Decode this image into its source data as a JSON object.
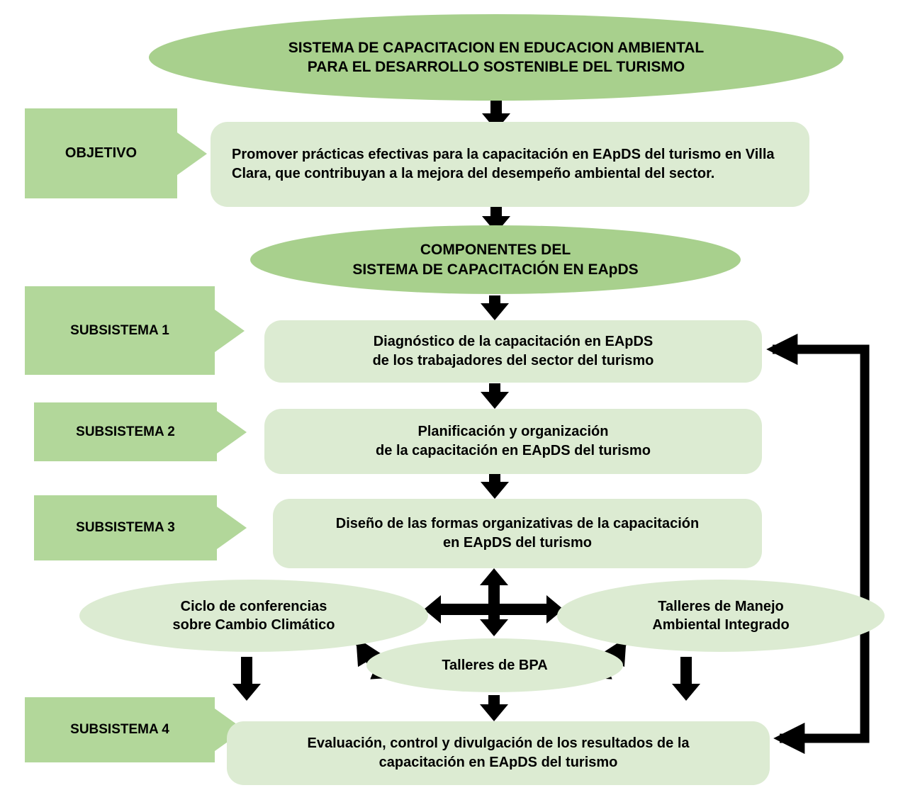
{
  "colors": {
    "dark": "#a8d08d",
    "label": "#b2d79a",
    "light": "#dcebd2",
    "arrow": "#000000"
  },
  "title": {
    "line1": "SISTEMA DE CAPACITACION EN EDUCACION AMBIENTAL",
    "line2": "PARA EL DESARROLLO SOSTENIBLE DEL TURISMO"
  },
  "objetivo": {
    "label": "OBJETIVO",
    "text": "Promover prácticas efectivas para la capacitación en EApDS del turismo en Villa Clara, que contribuyan a la mejora del desempeño ambiental del sector."
  },
  "componentes": {
    "line1": "COMPONENTES DEL",
    "line2": "SISTEMA DE CAPACITACIÓN EN EApDS"
  },
  "subsistemas": [
    {
      "label": "SUBSISTEMA 1",
      "line1": "Diagnóstico de la capacitación en EApDS",
      "line2": "de los trabajadores del sector del turismo"
    },
    {
      "label": "SUBSISTEMA 2",
      "line1": "Planificación y organización",
      "line2": "de la capacitación en EApDS del turismo"
    },
    {
      "label": "SUBSISTEMA 3",
      "line1": "Diseño de las formas organizativas de la capacitación",
      "line2": "en EApDS del turismo"
    },
    {
      "label": "SUBSISTEMA 4",
      "line1": "Evaluación, control y divulgación de los resultados de la",
      "line2": "capacitación en EApDS del turismo"
    }
  ],
  "activities": {
    "conferences": {
      "line1": "Ciclo de conferencias",
      "line2": "sobre Cambio Climático"
    },
    "workshops_mai": {
      "line1": "Talleres de Manejo",
      "line2": "Ambiental Integrado"
    },
    "workshops_bpa": {
      "label": "Talleres de BPA"
    }
  }
}
